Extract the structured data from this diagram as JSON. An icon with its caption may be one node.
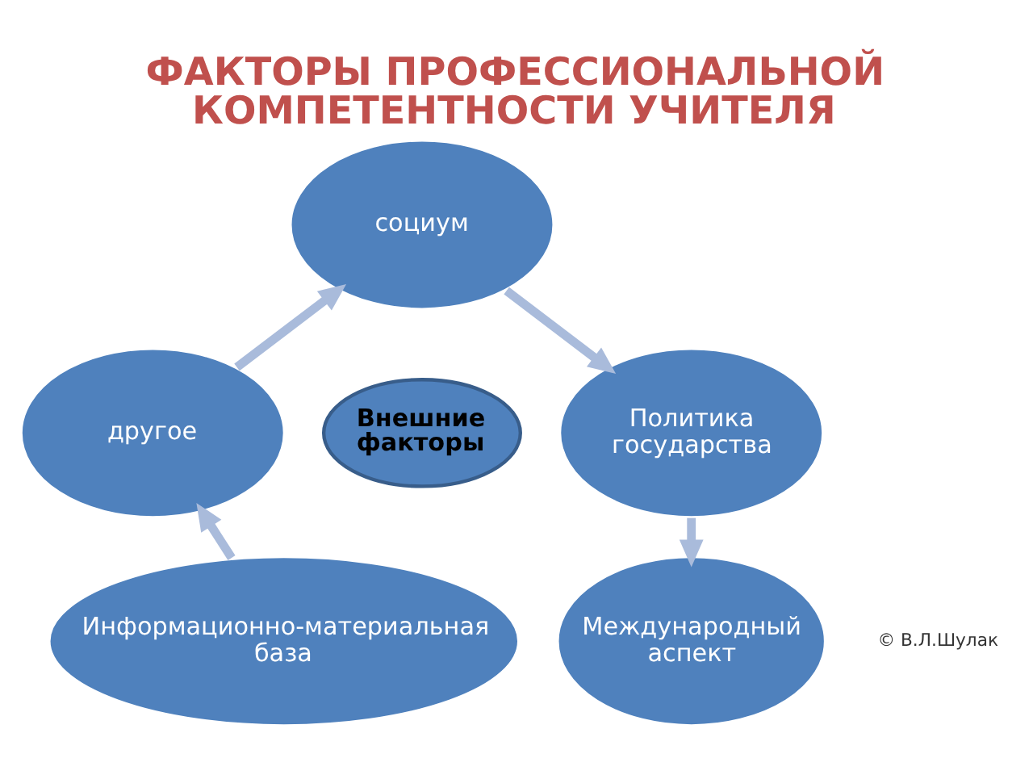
{
  "diagram": {
    "title": "ФАКТОРЫ ПРОФЕССИОНАЛЬНОЙ КОМПЕТЕНТНОСТИ УЧИТЕЛЯ",
    "nodes": [
      {
        "text": [
          "социум"
        ]
      },
      {
        "text": [
          "другое"
        ]
      },
      {
        "text": [
          "Политика государства"
        ]
      },
      {
        "text": [
          "Внешние факторы"
        ]
      },
      {
        "text": [
          "Информационно-материальная база"
        ]
      },
      {
        "text": [
          "Международный аспект"
        ]
      }
    ],
    "edges": [
      {
        "from": 0,
        "to": 2,
        "arrow": "to"
      },
      {
        "from": 2,
        "to": 5,
        "arrow": "to"
      },
      {
        "from": 4,
        "to": 1,
        "arrow": "to"
      },
      {
        "from": 1,
        "to": 0,
        "arrow": "to"
      }
    ],
    "labels": [
      "© В.Л.Шулак"
    ]
  }
}
